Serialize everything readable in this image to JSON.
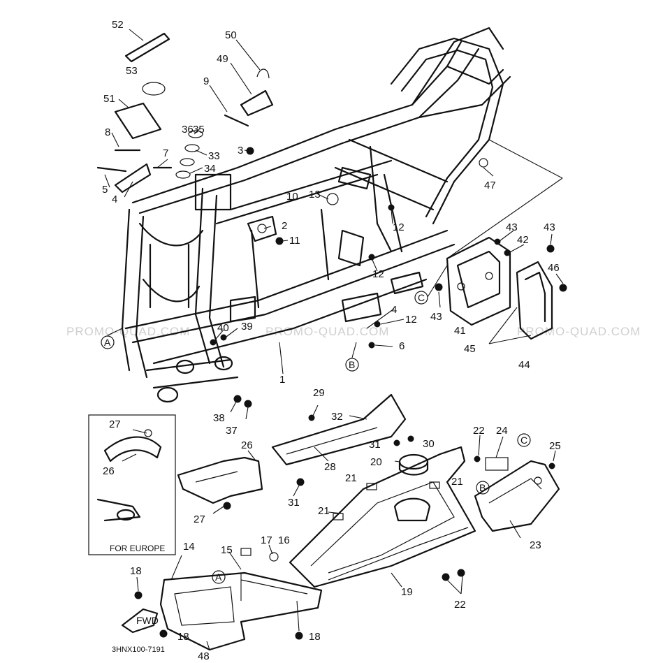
{
  "watermark": "PROMO-QUAD.COM",
  "part_code": "3HNX100-7191",
  "inset_label": "FOR EUROPE",
  "fwd_label": "FWD",
  "circle_letters": [
    "A",
    "B",
    "C"
  ],
  "callouts": [
    "1",
    "2",
    "3",
    "4",
    "5",
    "6",
    "7",
    "8",
    "9",
    "10",
    "11",
    "12",
    "13",
    "14",
    "15",
    "16",
    "17",
    "18",
    "19",
    "20",
    "21",
    "22",
    "23",
    "24",
    "25",
    "26",
    "27",
    "28",
    "29",
    "30",
    "31",
    "32",
    "33",
    "34",
    "35",
    "36",
    "37",
    "38",
    "39",
    "40",
    "41",
    "42",
    "43",
    "44",
    "45",
    "46",
    "47",
    "48",
    "49",
    "50",
    "51",
    "52",
    "53"
  ]
}
